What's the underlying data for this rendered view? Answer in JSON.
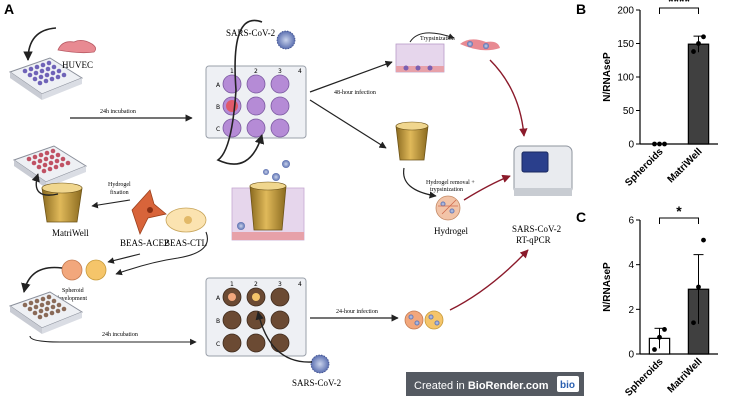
{
  "panels": {
    "a": "A",
    "b": "B",
    "c": "C"
  },
  "schematic": {
    "huvec": "HUVEC",
    "incubation_24h_top": "24h incubation",
    "sars_cov2_top": "SARS-CoV-2",
    "infection_48h": "48-hour infection",
    "trypsinization": "Trypsinization",
    "hydrogel_removal_1": "Hydrogel removal +",
    "hydrogel_removal_2": "trypsinization",
    "hydrogel": "Hydrogel",
    "hydrogel_fixation_1": "Hydrogel",
    "hydrogel_fixation_2": "fixation",
    "matriwell": "MatriWell",
    "beas_ace2": "BEAS-ACE2",
    "beas_ctl": "BEAS-CTL",
    "spheroid_dev_1": "Spheroid",
    "spheroid_dev_2": "development",
    "incubation_24h_bottom": "24h incubation",
    "infection_24h": "24-hour infection",
    "sars_cov2_bottom": "SARS-CoV-2",
    "rtqpcr_1": "SARS-CoV-2",
    "rtqpcr_2": "RT-qPCR",
    "plate_cols": [
      "1",
      "2",
      "3",
      "4"
    ],
    "plate_rows": [
      "A",
      "B",
      "C"
    ],
    "biorender_prefix": "Created in ",
    "biorender_brand": "BioRender.com",
    "biorender_logo": "bio"
  },
  "chart_data": [
    {
      "type": "bar",
      "panel": "B",
      "categories": [
        "Spheroids",
        "MatriWell"
      ],
      "values": [
        0,
        149
      ],
      "errors": [
        0,
        12
      ],
      "points": [
        [
          0,
          0,
          0
        ],
        [
          138,
          150,
          160
        ]
      ],
      "ylabel": "N/RNAseP",
      "ylim": [
        0,
        200
      ],
      "yticks": [
        "0",
        "50",
        "100",
        "150",
        "200"
      ],
      "significance": "****",
      "bar_colors": [
        "#ffffff",
        "#404040"
      ]
    },
    {
      "type": "bar",
      "panel": "C",
      "categories": [
        "Spheroids",
        "MatriWell"
      ],
      "values": [
        0.7,
        2.9
      ],
      "errors": [
        0.45,
        1.55
      ],
      "points": [
        [
          0.2,
          0.75,
          1.1
        ],
        [
          1.4,
          3.0,
          5.1
        ]
      ],
      "ylabel": "N/RNAseP",
      "ylim": [
        0,
        6
      ],
      "yticks": [
        "0",
        "2",
        "4",
        "6"
      ],
      "significance": "*",
      "bar_colors": [
        "#ffffff",
        "#404040"
      ]
    }
  ]
}
